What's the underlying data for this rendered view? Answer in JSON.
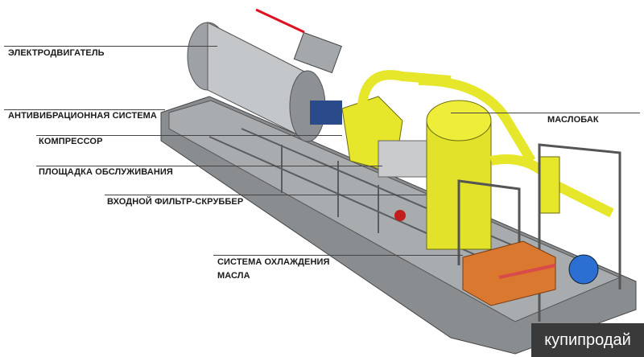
{
  "labels": {
    "motor": "ЭЛЕКТРОДВИГАТЕЛЬ",
    "antivibration": "АНТИВИБРАЦИОННАЯ СИСТЕМА",
    "compressor": "КОМПРЕССОР",
    "platform": "ПЛОЩАДКА ОБСЛУЖИВАНИЯ",
    "inlet_filter": "ВХОДНОЙ ФИЛЬТР-СКРУББЕР",
    "oil_tank": "МАСЛОБАК",
    "oil_cooling_line1": "СИСТЕМА ОХЛАЖДЕНИЯ",
    "oil_cooling_line2": "МАСЛА"
  },
  "watermark": "купипродай",
  "colors": {
    "yellow": "#e6e62a",
    "motor_grey": "#b8bcc0",
    "frame": "#6a6d70",
    "orange": "#d9782e",
    "blue": "#2a6fd1"
  }
}
